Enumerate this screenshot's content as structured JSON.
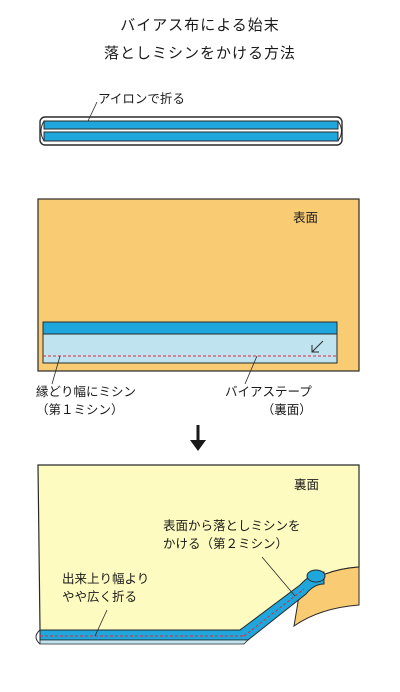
{
  "title": {
    "line1": "バイアス布による始末",
    "line2": "落としミシンをかける方法"
  },
  "step1": {
    "label": "アイロンで折る"
  },
  "step2": {
    "face_label": "表面",
    "stitch_label_1": "縁どり幅にミシン",
    "stitch_label_2": "（第１ミシン）",
    "tape_label_1": "バイアステープ",
    "tape_label_2": "（裏面）"
  },
  "step3": {
    "back_label": "裏面",
    "stitch_label_1": "表面から落としミシンを",
    "stitch_label_2": "かける（第２ミシン）",
    "fold_label_1": "出来上り幅より",
    "fold_label_2": "やや広く折る"
  },
  "colors": {
    "fabric_face": "#f9cc74",
    "fabric_back": "#fdfbc0",
    "tape": "#1fa6dc",
    "tape_light": "#bfe4ef",
    "stitch": "#e0283c",
    "outline": "#2a2a2a"
  }
}
